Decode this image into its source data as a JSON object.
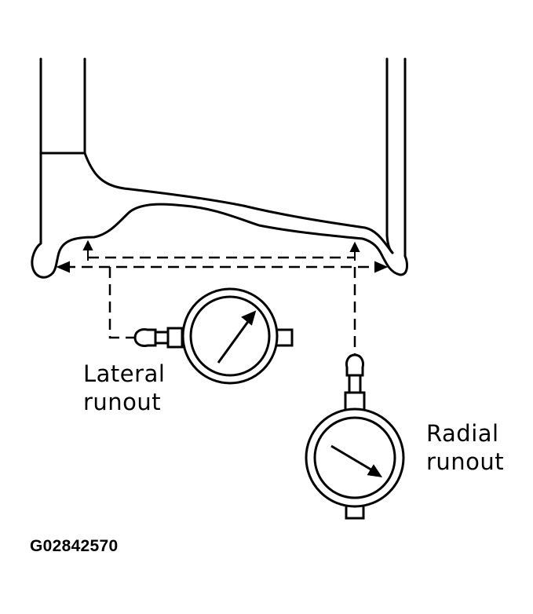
{
  "labels": {
    "lateral_line1": "Lateral",
    "lateral_line2": "runout",
    "radial_line1": "Radial",
    "radial_line2": "runout"
  },
  "figure_code": "G02842570",
  "colors": {
    "ink": "#000000",
    "paper": "#ffffff"
  },
  "icons": {
    "lateral_gauge": "dial-indicator-icon",
    "radial_gauge": "dial-indicator-icon"
  }
}
